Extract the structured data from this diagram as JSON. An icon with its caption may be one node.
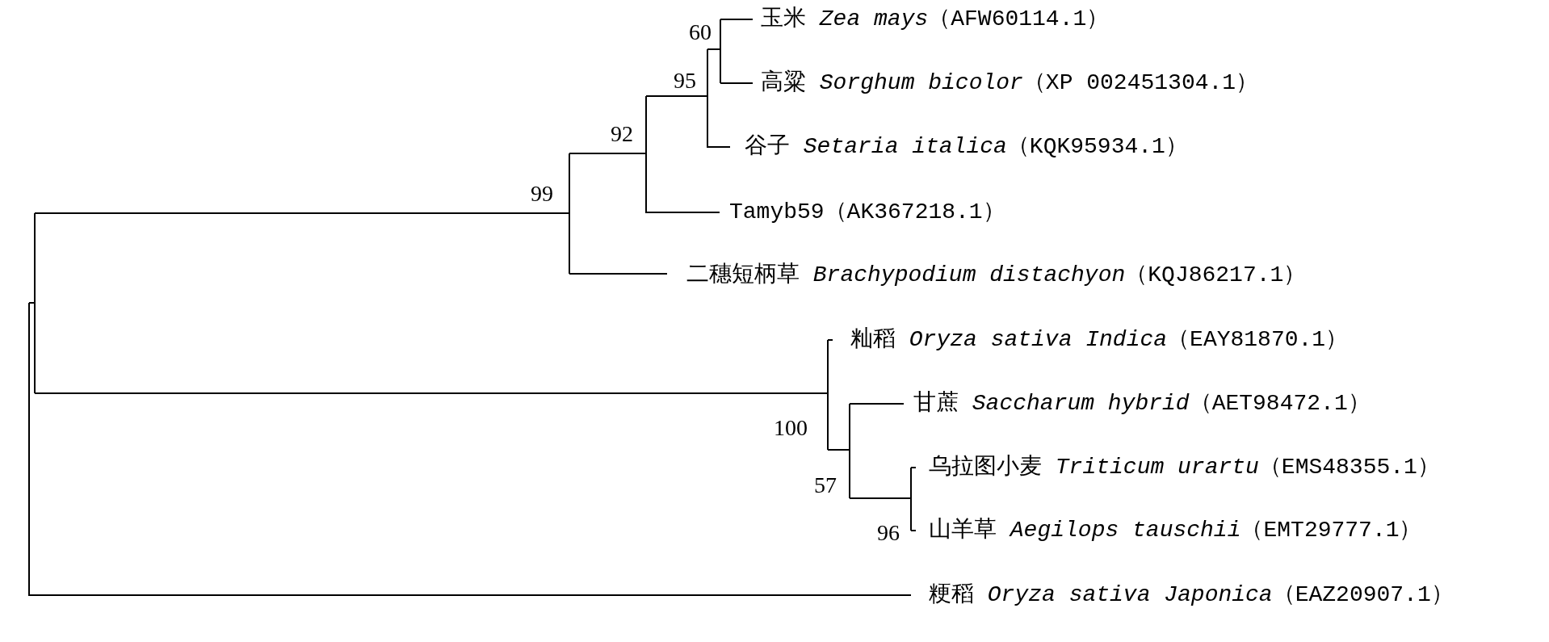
{
  "diagram": {
    "nodes": [
      {
        "text": [
          "玉米 *Zea mays*（AFW60114.1）"
        ]
      },
      {
        "text": [
          "高粱 *Sorghum bicolor*（XP 002451304.1）"
        ]
      },
      {
        "text": [
          "谷子 *Setaria italica*（KQK95934.1）"
        ]
      },
      {
        "text": [
          "Tamyb59（AK367218.1）"
        ]
      },
      {
        "text": [
          "二穗短柄草 *Brachypodium distachyon*（KQJ86217.1）"
        ]
      },
      {
        "text": [
          "籼稻 *Oryza sativa Indica*（EAY81870.1）"
        ]
      },
      {
        "text": [
          "甘蔗 *Saccharum hybrid*（AET98472.1）"
        ]
      },
      {
        "text": [
          "乌拉图小麦 *Triticum urartu*（EMS48355.1）"
        ]
      },
      {
        "text": [
          "山羊草 *Aegilops tauschii*（EMT29777.1）"
        ]
      },
      {
        "text": [
          "粳稻 *Oryza sativa Japonica*（EAZ20907.1）"
        ]
      }
    ],
    "labels": [
      "60",
      "95",
      "92",
      "99",
      "100",
      "57",
      "96"
    ]
  }
}
